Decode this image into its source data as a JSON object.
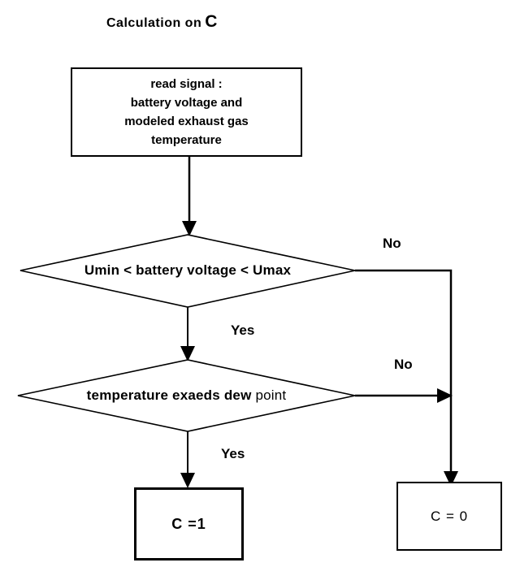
{
  "title": {
    "prefix": "Calculation on",
    "variable": "C"
  },
  "nodes": {
    "read_signal": {
      "lines": [
        "read signal :",
        "battery voltage and",
        "modeled exhaust gas",
        "temperature"
      ]
    },
    "decision_voltage": {
      "label": "Umin < battery voltage < Umax"
    },
    "decision_dew_point": {
      "label_bold": "temperature exaeds dew",
      "label_regular": "point"
    },
    "result_true": {
      "label": "C =1"
    },
    "result_false": {
      "label": "C = 0"
    }
  },
  "edges": {
    "voltage_no": "No",
    "voltage_yes": "Yes",
    "dew_point_no": "No",
    "dew_point_yes": "Yes"
  },
  "colors": {
    "stroke": "#000000",
    "background": "#ffffff"
  }
}
